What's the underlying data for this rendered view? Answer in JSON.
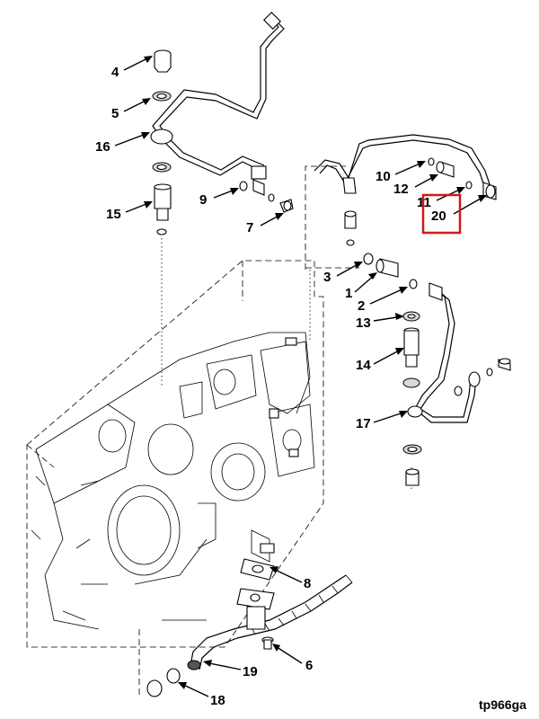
{
  "figure_id": "tp966ga",
  "highlight_color": "#d01818",
  "highlighted_callout": "20",
  "callouts": [
    {
      "id": "c4",
      "text": "4"
    },
    {
      "id": "c5",
      "text": "5"
    },
    {
      "id": "c16",
      "text": "16"
    },
    {
      "id": "c15",
      "text": "15"
    },
    {
      "id": "c9",
      "text": "9"
    },
    {
      "id": "c7",
      "text": "7"
    },
    {
      "id": "c10",
      "text": "10"
    },
    {
      "id": "c12",
      "text": "12"
    },
    {
      "id": "c11",
      "text": "11"
    },
    {
      "id": "c20",
      "text": "20"
    },
    {
      "id": "c3",
      "text": "3"
    },
    {
      "id": "c1",
      "text": "1"
    },
    {
      "id": "c2",
      "text": "2"
    },
    {
      "id": "c13",
      "text": "13"
    },
    {
      "id": "c14",
      "text": "14"
    },
    {
      "id": "c17",
      "text": "17"
    },
    {
      "id": "c8",
      "text": "8"
    },
    {
      "id": "c6",
      "text": "6"
    },
    {
      "id": "c19",
      "text": "19"
    },
    {
      "id": "c18",
      "text": "18"
    }
  ]
}
